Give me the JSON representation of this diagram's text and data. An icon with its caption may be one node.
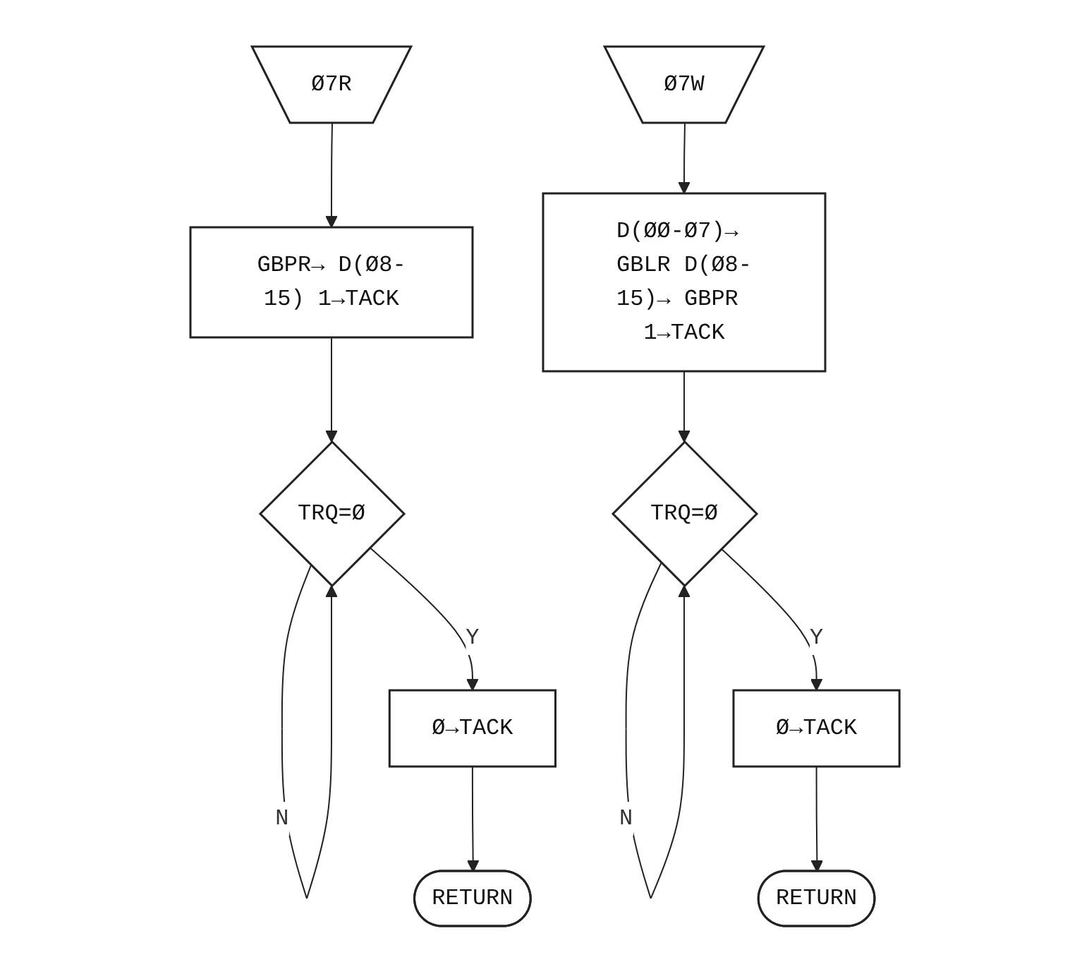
{
  "diagram": {
    "nodes": [
      {
        "text": [
          "Ø7R"
        ]
      },
      {
        "text": [
          "GBPR→ D(Ø8-15) 1→TACK"
        ]
      },
      {
        "text": [
          "TRQ=Ø"
        ]
      },
      {
        "text": [
          "Ø→TACK"
        ]
      },
      {
        "text": [
          "RETURN"
        ]
      },
      {
        "text": [
          "Ø7W"
        ]
      },
      {
        "text": [
          "D(ØØ-Ø7)→ GBLR D(Ø8-15)→ GBPR 1→TACK"
        ]
      },
      {
        "text": [
          "TRQ=Ø"
        ]
      },
      {
        "text": [
          "Ø→TACK"
        ]
      },
      {
        "text": [
          "RETURN"
        ]
      }
    ],
    "edges": [
      {
        "from": 0,
        "to": 1,
        "arrow": "to"
      },
      {
        "from": 1,
        "to": 2,
        "arrow": "to"
      },
      {
        "from": 2,
        "to": 2,
        "arrow": "to",
        "label": "N"
      },
      {
        "from": 2,
        "to": 3,
        "arrow": "to",
        "label": "Y"
      },
      {
        "from": 3,
        "to": 4,
        "arrow": "to"
      },
      {
        "from": 5,
        "to": 6,
        "arrow": "to"
      },
      {
        "from": 6,
        "to": 7,
        "arrow": "to"
      },
      {
        "from": 7,
        "to": 7,
        "arrow": "to",
        "label": "N"
      },
      {
        "from": 7,
        "to": 8,
        "arrow": "to",
        "label": "Y"
      },
      {
        "from": 8,
        "to": 9,
        "arrow": "to"
      }
    ]
  }
}
